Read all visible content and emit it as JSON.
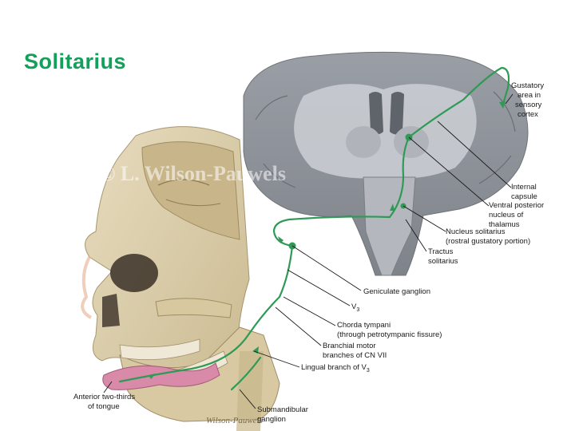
{
  "title": "Solitarius",
  "watermark": "© L. Wilson-Pauwels",
  "signature": "Wilson-Pauwels",
  "labels": {
    "gustatory": [
      "Gustatory",
      "area in",
      "sensory",
      "cortex"
    ],
    "internal_capsule": [
      "Internal",
      "capsule"
    ],
    "ventral_posterior": [
      "Ventral posterior",
      "nucleus of",
      "thalamus"
    ],
    "nucleus_solitarius": [
      "Nucleus solitarius",
      "(rostral gustatory portion)"
    ],
    "tractus_solitarius": [
      "Tractus",
      "solitarius"
    ],
    "geniculate_ganglion": "Geniculate ganglion",
    "v3": {
      "main": "V",
      "sub": "3"
    },
    "chorda_tympani": [
      "Chorda tympani",
      "(through petrotympanic fissure)"
    ],
    "branchial_motor": [
      "Branchial motor",
      "branches of CN VII"
    ],
    "lingual_branch": {
      "main": "Lingual branch of V",
      "sub": "3"
    },
    "anterior_tongue": [
      "Anterior two-thirds",
      "of tongue"
    ],
    "submandibular": [
      "Submandibular",
      "ganglion"
    ]
  },
  "colors": {
    "title": "#12a05a",
    "pathway": "#2f9a55",
    "brain": "#8e9299",
    "bone": "#ddd0ad",
    "tongue": "#d98aa8",
    "leader": "#1a1a1a"
  }
}
